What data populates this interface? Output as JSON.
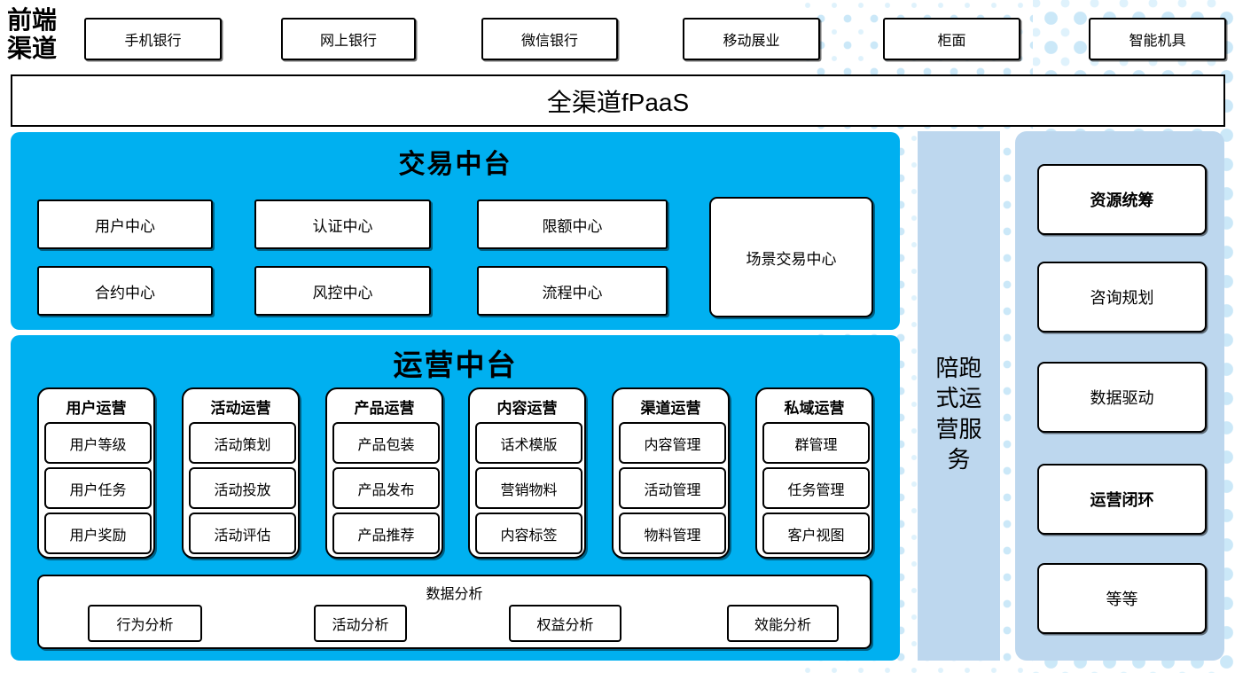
{
  "colors": {
    "cyan": "#00B0F0",
    "panel_blue": "#BDD7EE",
    "dot_blue": "#CBE8F8",
    "border": "#000000"
  },
  "front_channels": {
    "label": "前端渠道",
    "items": [
      "手机银行",
      "网上银行",
      "微信银行",
      "移动展业",
      "柜面",
      "智能机具"
    ]
  },
  "fpaas_bar": {
    "label": "全渠道fPaaS"
  },
  "transaction_platform": {
    "title": "交易中台",
    "row1": [
      "用户中心",
      "认证中心",
      "限额中心"
    ],
    "row2": [
      "合约中心",
      "风控中心",
      "流程中心"
    ],
    "scene_center": "场景交易中心"
  },
  "operations_platform": {
    "title": "运营中台",
    "groups": [
      {
        "title": "用户运营",
        "items": [
          "用户等级",
          "用户任务",
          "用户奖励"
        ]
      },
      {
        "title": "活动运营",
        "items": [
          "活动策划",
          "活动投放",
          "活动评估"
        ]
      },
      {
        "title": "产品运营",
        "items": [
          "产品包装",
          "产品发布",
          "产品推荐"
        ]
      },
      {
        "title": "内容运营",
        "items": [
          "话术模版",
          "营销物料",
          "内容标签"
        ]
      },
      {
        "title": "渠道运营",
        "items": [
          "内容管理",
          "活动管理",
          "物料管理"
        ]
      },
      {
        "title": "私域运营",
        "items": [
          "群管理",
          "任务管理",
          "客户视图"
        ]
      }
    ],
    "data_analysis": {
      "title": "数据分析",
      "items": [
        "行为分析",
        "活动分析",
        "权益分析",
        "效能分析"
      ]
    }
  },
  "companion_service": {
    "label": "陪跑式运营服务"
  },
  "right_panel": {
    "items": [
      {
        "label": "资源统筹",
        "bold": true
      },
      {
        "label": "咨询规划",
        "bold": false
      },
      {
        "label": "数据驱动",
        "bold": false
      },
      {
        "label": "运营闭环",
        "bold": true
      },
      {
        "label": "等等",
        "bold": false
      }
    ]
  }
}
